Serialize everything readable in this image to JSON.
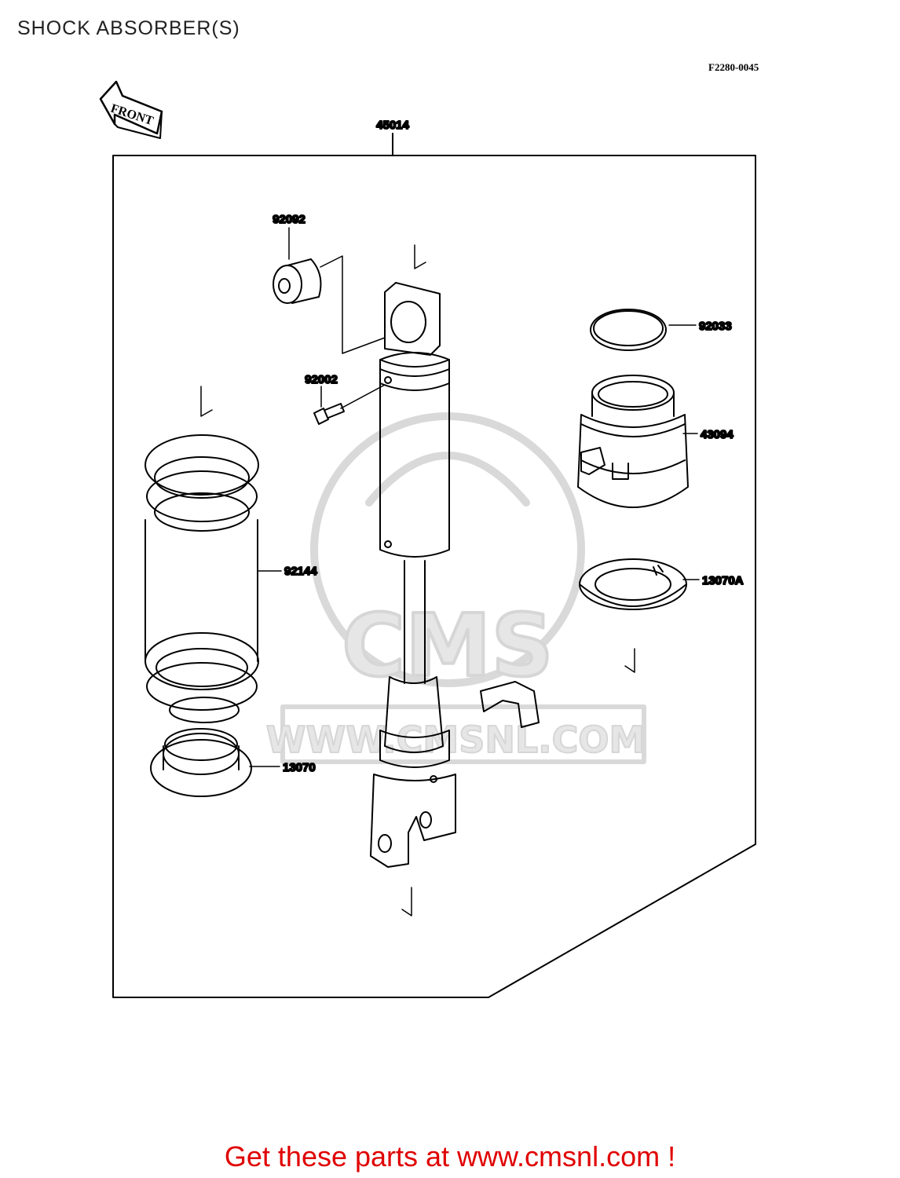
{
  "page": {
    "title": "SHOCK ABSORBER(S)",
    "diagram_code": "F2280-0045",
    "front_marker": "FRONT",
    "watermark_text": "WWW.CMSNL.COM",
    "watermark_logo": "CMS",
    "footer_text": "Get these parts at www.cmsnl.com !"
  },
  "parts": {
    "assembly": "45014",
    "collar": "92092",
    "bolt": "92002",
    "spring": "92144",
    "spring_seat": "13070",
    "circlip": "92033",
    "adjuster_nut": "43094",
    "spring_guide": "13070A"
  },
  "colors": {
    "line": "#000000",
    "watermark": "#d9d9d9",
    "footer": "#e00000"
  }
}
